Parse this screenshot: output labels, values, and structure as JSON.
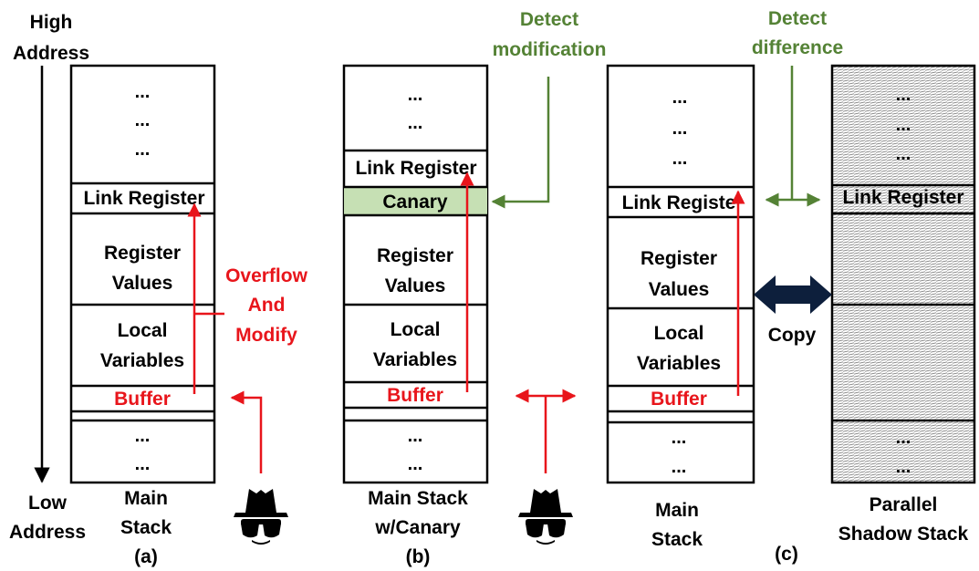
{
  "address": {
    "high": [
      "High",
      "Address"
    ],
    "low": [
      "Low",
      "Address"
    ]
  },
  "ellipsis": "...",
  "panel_a": {
    "link_register": "Link Register",
    "register_values": [
      "Register",
      "Values"
    ],
    "local_variables": [
      "Local",
      "Variables"
    ],
    "buffer": "Buffer",
    "attack_note": [
      "Overflow",
      "And",
      "Modify"
    ],
    "caption": [
      "Main",
      "Stack"
    ],
    "tag": "(a)"
  },
  "panel_b": {
    "link_register": "Link Register",
    "canary": "Canary",
    "register_values": [
      "Register",
      "Values"
    ],
    "local_variables": [
      "Local",
      "Variables"
    ],
    "buffer": "Buffer",
    "detect_note": [
      "Detect",
      "modification"
    ],
    "caption": [
      "Main Stack",
      "w/Canary"
    ],
    "tag": "(b)",
    "canary_color": "#c6e0b4"
  },
  "panel_c": {
    "link_register_main": "Link Registe",
    "link_register_shadow": "Link Register",
    "register_values": [
      "Register",
      "Values"
    ],
    "local_variables": [
      "Local",
      "Variables"
    ],
    "buffer": "Buffer",
    "detect_note": [
      "Detect",
      "difference"
    ],
    "copy_label": "Copy",
    "caption_main": [
      "Main",
      "Stack"
    ],
    "caption_shadow": [
      "Parallel",
      "Shadow Stack"
    ],
    "tag": "(c)"
  },
  "colors": {
    "attack": "#e8151b",
    "detect": "#548235",
    "copy_arrow": "#0d1f3c"
  },
  "icons": [
    "attacker-icon",
    "copy-double-arrow-icon",
    "address-axis-arrow-icon"
  ]
}
